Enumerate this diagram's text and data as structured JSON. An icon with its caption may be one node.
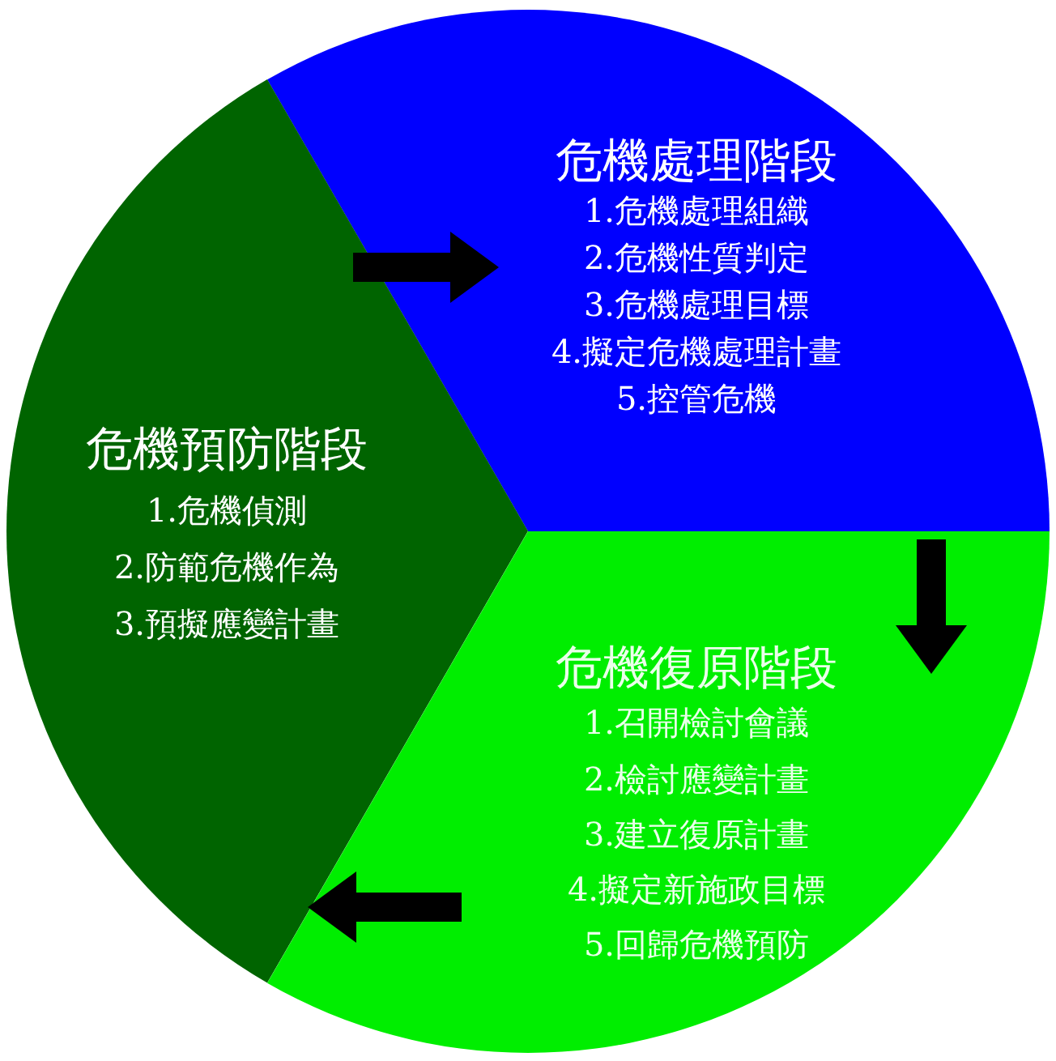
{
  "diagram": {
    "nodes": [
      {
        "text": [
          "危機處理階段",
          "1.危機處理組織",
          "2.危機性質判定",
          "3.危機處理目標",
          "4.擬定危機處理計畫",
          "5.控管危機"
        ]
      },
      {
        "text": [
          "危機預防階段",
          "1.危機偵測",
          "2.防範危機作為",
          "3.預擬應變計畫"
        ]
      },
      {
        "text": [
          "危機復原階段",
          "1.召開檢討會議",
          "2.檢討應變計畫",
          "3.建立復原計畫",
          "4.擬定新施政目標",
          "5.回歸危機預防"
        ]
      }
    ],
    "edges": [
      {
        "from": 1,
        "to": 0,
        "arrow": "to"
      },
      {
        "from": 0,
        "to": 2,
        "arrow": "to"
      },
      {
        "from": 2,
        "to": 1,
        "arrow": "to"
      }
    ]
  }
}
